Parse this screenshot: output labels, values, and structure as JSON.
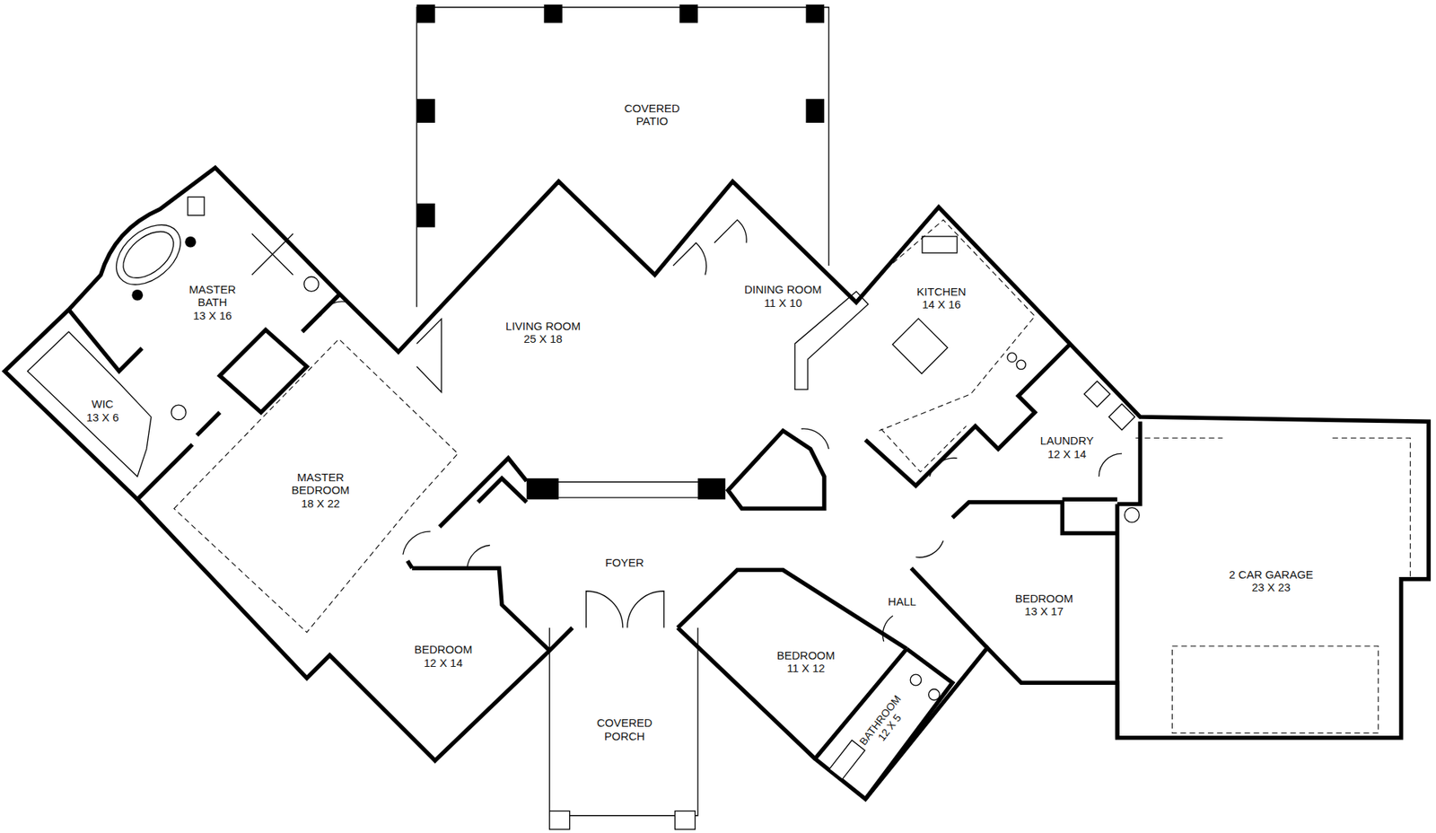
{
  "diagram": {
    "nodes": [
      {
        "text": [
          "COVERED PATIO"
        ]
      },
      {
        "text": [
          "MASTER BATH",
          "13 X 16"
        ]
      },
      {
        "text": [
          "LIVING ROOM",
          "25 X 18"
        ]
      },
      {
        "text": [
          "DINING ROOM",
          "11 X 10"
        ]
      },
      {
        "text": [
          "KITCHEN",
          "14 X 16"
        ]
      },
      {
        "text": [
          "WIC",
          "13 X 6"
        ]
      },
      {
        "text": [
          "LAUNDRY",
          "12 X 14"
        ]
      },
      {
        "text": [
          "MASTER BEDROOM",
          "18 X 22"
        ]
      },
      {
        "text": [
          "FOYER"
        ]
      },
      {
        "text": [
          "HALL"
        ]
      },
      {
        "text": [
          "BEDROOM",
          "13 X 17"
        ]
      },
      {
        "text": [
          "2 CAR GARAGE",
          "23 X 23"
        ]
      },
      {
        "text": [
          "BEDROOM",
          "12 X 14"
        ]
      },
      {
        "text": [
          "BEDROOM",
          "11 X 12"
        ]
      },
      {
        "text": [
          "COVERED PORCH"
        ]
      },
      {
        "text": [
          "BATHROOM",
          "12 X 5"
        ]
      }
    ]
  }
}
